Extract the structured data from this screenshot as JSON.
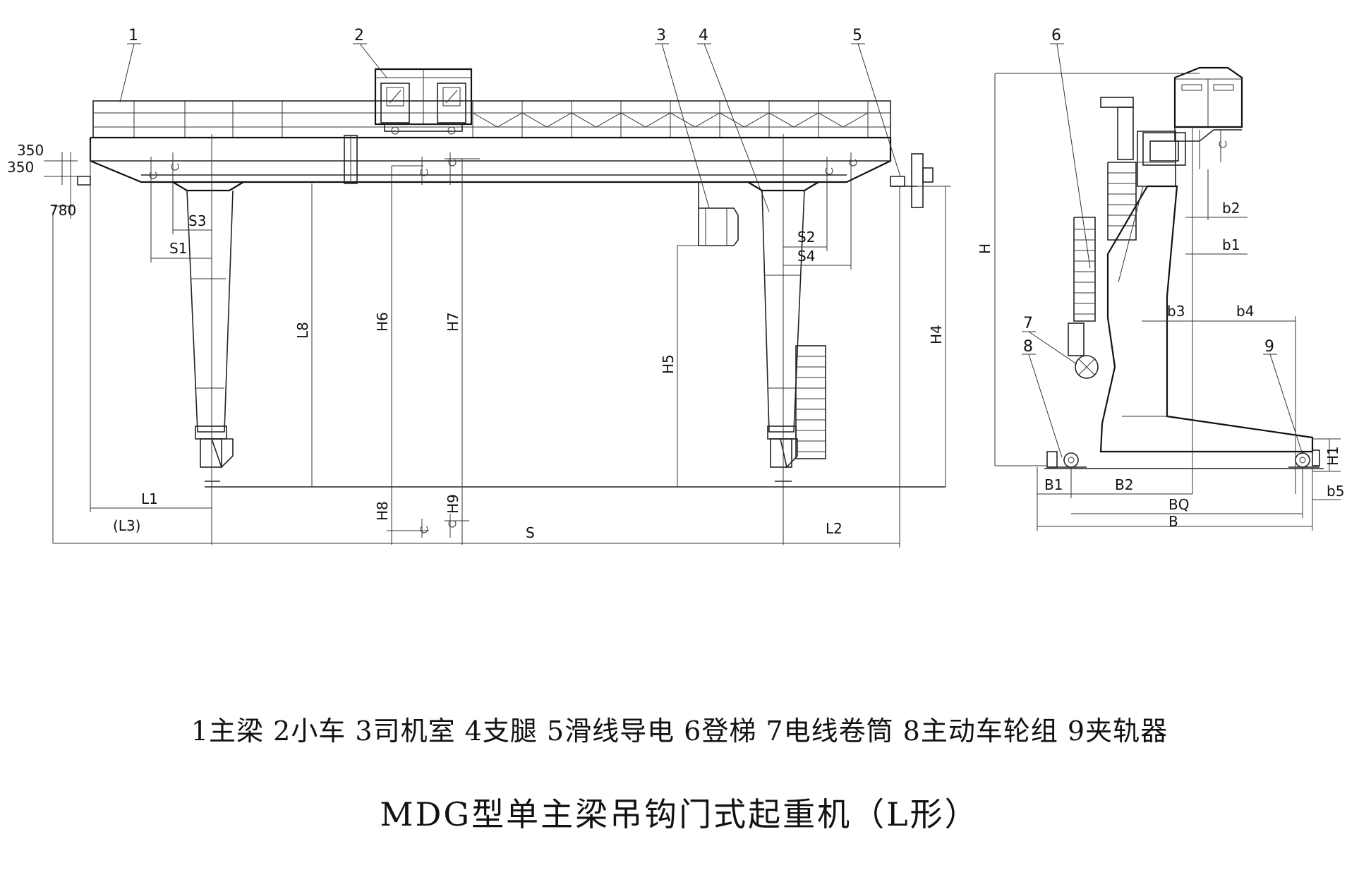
{
  "callouts": [
    "1",
    "2",
    "3",
    "4",
    "5",
    "6",
    "7",
    "8",
    "9"
  ],
  "dims": {
    "d350a": "350",
    "d350b": "350",
    "d780": "780",
    "S1": "S1",
    "S2": "S2",
    "S3": "S3",
    "S4": "S4",
    "L1": "L1",
    "L2": "L2",
    "L3": "(L3)",
    "L8": "L8",
    "S": "S",
    "H": "H",
    "H1": "H1",
    "H4": "H4",
    "H5": "H5",
    "H6": "H6",
    "H7": "H7",
    "H8": "H8",
    "H9": "H9",
    "b1": "b1",
    "b2": "b2",
    "b3": "b3",
    "b4": "b4",
    "b5": "b5",
    "B": "B",
    "B1": "B1",
    "B2": "B2",
    "BQ": "BQ"
  },
  "legend": "1主梁  2小车 3司机室 4支腿 5滑线导电 6登梯 7电线卷筒 8主动车轮组 9夹轨器",
  "title": "MDG型单主梁吊钩门式起重机（L形）"
}
